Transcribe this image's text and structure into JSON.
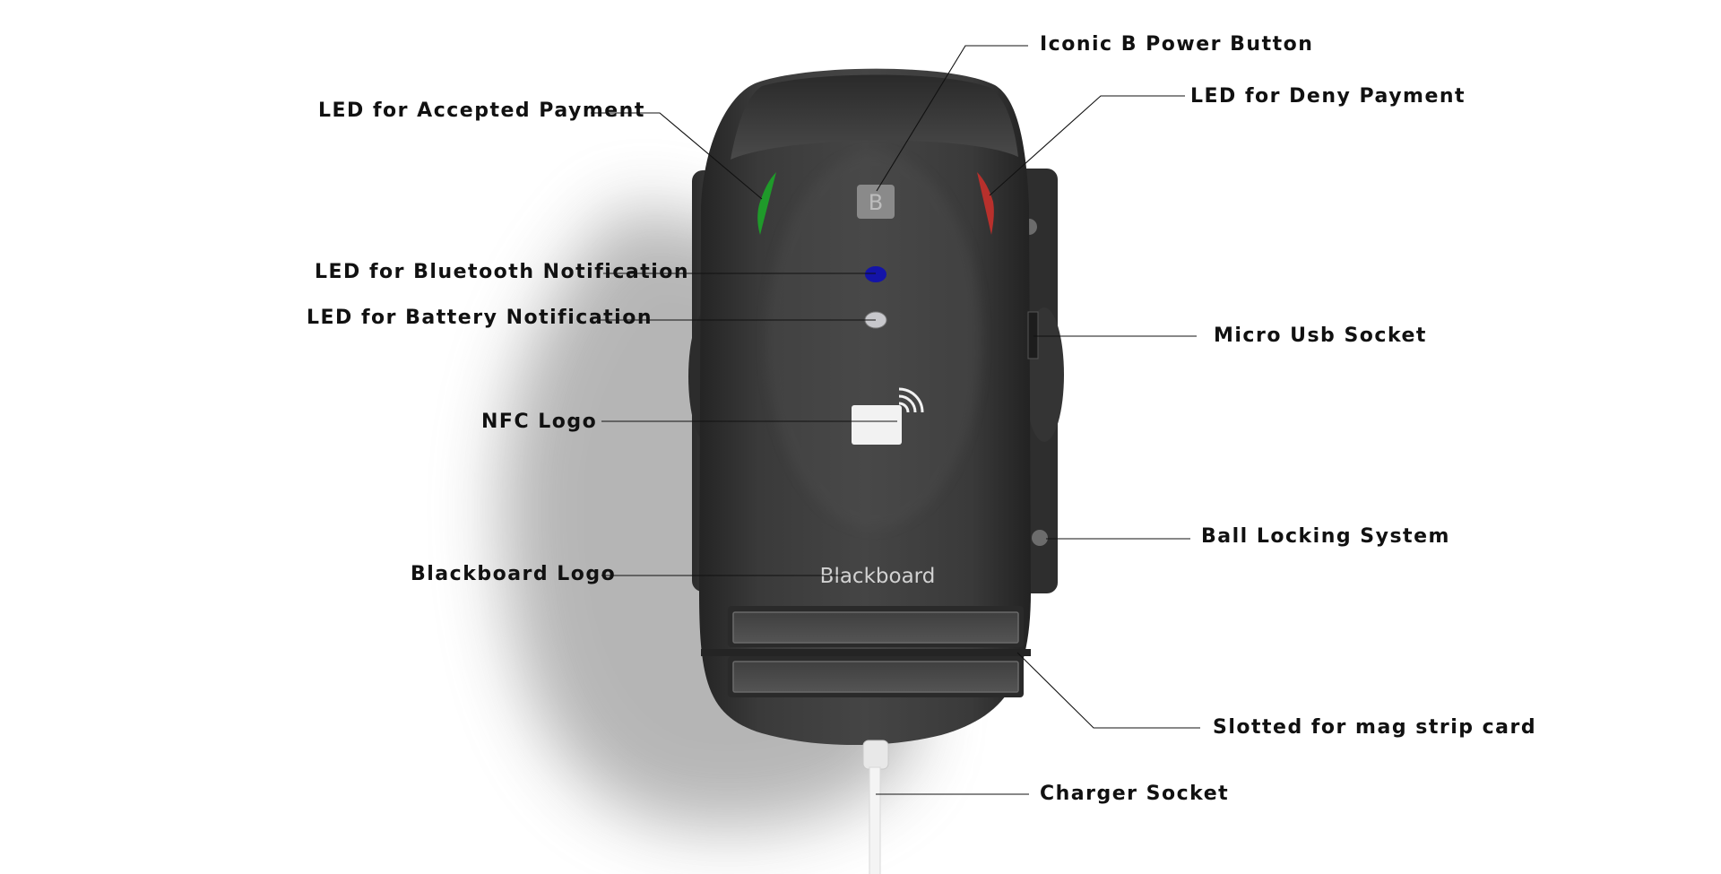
{
  "device": {
    "power_button_letter": "B",
    "brand_text": "Blackboard",
    "colors": {
      "body": "#3b3b3b",
      "accepted_led": "#1f9a2a",
      "deny_led": "#b8302c",
      "bluetooth_led": "#1414a8",
      "battery_led": "#c8c8cc",
      "nfc_logo": "#f2f2f2",
      "cable": "#f4f4f4"
    },
    "icons": [
      "nfc-icon",
      "power-button-icon"
    ]
  },
  "callouts": {
    "power_button": "Iconic B Power Button",
    "accepted_led": "LED for Accepted Payment",
    "deny_led": "LED for Deny Payment",
    "bluetooth_led": "LED for Bluetooth Notification",
    "battery_led": "LED for Battery Notification",
    "micro_usb": "Micro Usb Socket",
    "nfc_logo": "NFC Logo",
    "ball_locking": "Ball Locking System",
    "brand_logo": "Blackboard Logo",
    "card_slot": "Slotted for mag strip card",
    "charger": "Charger Socket"
  }
}
